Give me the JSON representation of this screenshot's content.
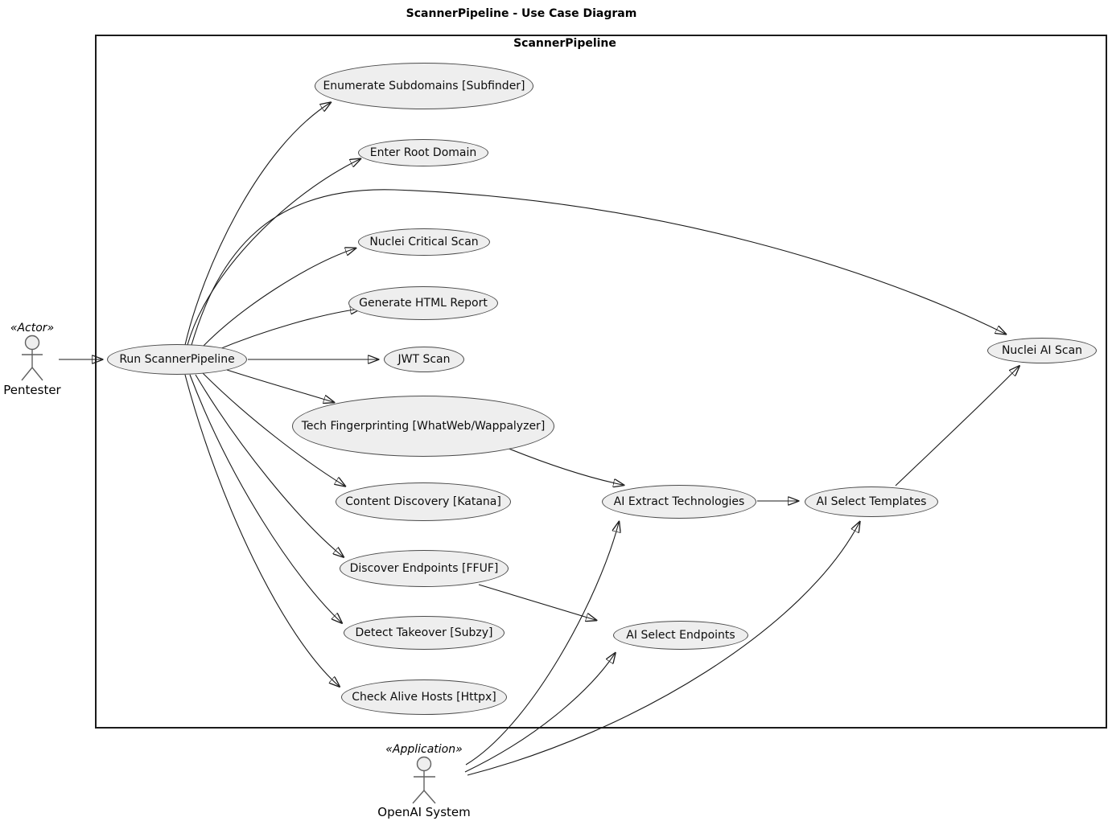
{
  "diagram": {
    "title": "ScannerPipeline - Use Case Diagram",
    "system_boundary": "ScannerPipeline",
    "type": "uml-use-case-diagram"
  },
  "actors": [
    {
      "stereotype": "«Actor»",
      "name": "Pentester"
    },
    {
      "stereotype": "«Application»",
      "name": "OpenAI System"
    }
  ],
  "usecases": [
    {
      "label": "Run ScannerPipeline"
    },
    {
      "label": "Enumerate Subdomains [Subfinder]"
    },
    {
      "label": "Enter Root Domain"
    },
    {
      "label": "Nuclei Critical Scan"
    },
    {
      "label": "Generate HTML Report"
    },
    {
      "label": "JWT Scan"
    },
    {
      "label": "Tech Fingerprinting [WhatWeb/Wappalyzer]"
    },
    {
      "label": "Content Discovery [Katana]"
    },
    {
      "label": "Discover Endpoints [FFUF]"
    },
    {
      "label": "Detect Takeover [Subzy]"
    },
    {
      "label": "Check Alive Hosts [Httpx]"
    },
    {
      "label": "AI Extract Technologies"
    },
    {
      "label": "AI Select Templates"
    },
    {
      "label": "AI Select Endpoints"
    },
    {
      "label": "Nuclei AI Scan"
    }
  ],
  "edges": [
    {
      "from": "Pentester",
      "to": "Run ScannerPipeline"
    },
    {
      "from": "Run ScannerPipeline",
      "to": "Enumerate Subdomains [Subfinder]"
    },
    {
      "from": "Run ScannerPipeline",
      "to": "Enter Root Domain"
    },
    {
      "from": "Run ScannerPipeline",
      "to": "Nuclei AI Scan"
    },
    {
      "from": "Run ScannerPipeline",
      "to": "Nuclei Critical Scan"
    },
    {
      "from": "Run ScannerPipeline",
      "to": "Generate HTML Report"
    },
    {
      "from": "Run ScannerPipeline",
      "to": "JWT Scan"
    },
    {
      "from": "Run ScannerPipeline",
      "to": "Tech Fingerprinting [WhatWeb/Wappalyzer]"
    },
    {
      "from": "Run ScannerPipeline",
      "to": "Content Discovery [Katana]"
    },
    {
      "from": "Run ScannerPipeline",
      "to": "Discover Endpoints [FFUF]"
    },
    {
      "from": "Run ScannerPipeline",
      "to": "Detect Takeover [Subzy]"
    },
    {
      "from": "Run ScannerPipeline",
      "to": "Check Alive Hosts [Httpx]"
    },
    {
      "from": "Tech Fingerprinting [WhatWeb/Wappalyzer]",
      "to": "AI Extract Technologies"
    },
    {
      "from": "AI Extract Technologies",
      "to": "AI Select Templates"
    },
    {
      "from": "Discover Endpoints [FFUF]",
      "to": "AI Select Endpoints"
    },
    {
      "from": "AI Select Templates",
      "to": "Nuclei AI Scan"
    },
    {
      "from": "OpenAI System",
      "to": "AI Extract Technologies"
    },
    {
      "from": "OpenAI System",
      "to": "AI Select Endpoints"
    },
    {
      "from": "OpenAI System",
      "to": "AI Select Templates"
    }
  ],
  "colors": {
    "background": "#ffffff",
    "node_fill": "#eeeeee",
    "node_border": "#4a4a4a",
    "edge": "#1a1a1a",
    "text": "#000000"
  }
}
